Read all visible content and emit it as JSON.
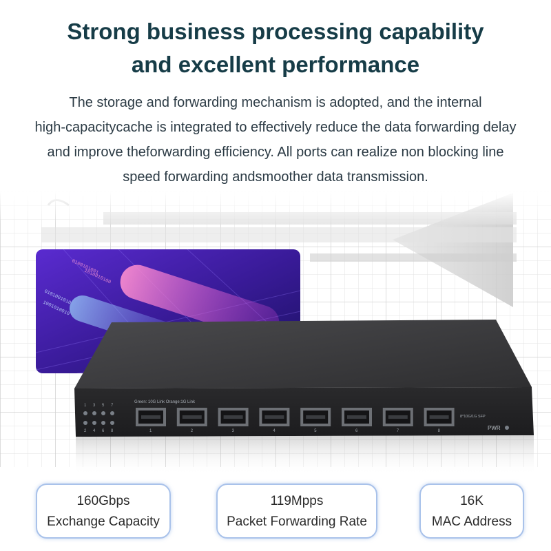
{
  "headline": {
    "line1": "Strong business processing capability",
    "line2": "and excellent performance"
  },
  "description": {
    "line1": "The storage and forwarding mechanism is adopted, and the internal",
    "line2": "high-capacitycache is integrated to effectively reduce the data forwarding delay",
    "line3": "and improve theforwarding efficiency. All ports can realize non blocking line",
    "line4": "speed forwarding andsmoother data transmission."
  },
  "device": {
    "legend": "Green: 10G Link  Orange:1G Link",
    "port_type": "8*10G/1G SFP",
    "power_label": "PWR",
    "led_numbers_top": [
      "1",
      "3",
      "5",
      "7"
    ],
    "led_numbers_bottom": [
      "2",
      "4",
      "6",
      "8"
    ],
    "port_numbers": [
      "1",
      "2",
      "3",
      "4",
      "5",
      "6",
      "7",
      "8"
    ]
  },
  "metrics": [
    {
      "value": "160Gbps",
      "label": "Exchange Capacity"
    },
    {
      "value": "119Mpps",
      "label": "Packet Forwarding Rate"
    },
    {
      "value": "16K",
      "label": "MAC Address"
    }
  ],
  "colors": {
    "headline": "#163c47",
    "card_border": "#a9c2ea",
    "panel_purple": "#3a1d9c",
    "device_body": "#2b2b2d"
  }
}
